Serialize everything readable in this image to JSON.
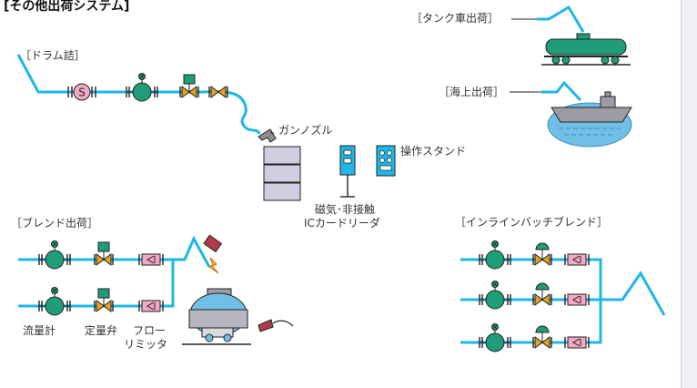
{
  "header": {
    "title": "[その他出荷システム]"
  },
  "labels": {
    "drum": "［ドラム詰］",
    "tank_truck": "［タンク車出荷］",
    "marine": "［海上出荷］",
    "gun_nozzle": "ガンノズル",
    "operation_stand": "操作スタンド",
    "card_reader_1": "磁気･非接触",
    "card_reader_2": "ICカードリーダ",
    "blend": "［ブレンド出荷］",
    "inline_blend": "［インラインバッチブレンド］",
    "flowmeter": "流量計",
    "fixed_valve": "定量弁",
    "flow_limiter_1": "フロー",
    "flow_limiter_2": "リミッタ",
    "strainer_symbol": "S"
  },
  "colors": {
    "pipe": "#1db7e8",
    "meter": "#1f9d7a",
    "valve": "#e5a21a",
    "limiter": "#f3a8c8",
    "panel": "#d2cce0",
    "water": "#6fbfe6"
  }
}
